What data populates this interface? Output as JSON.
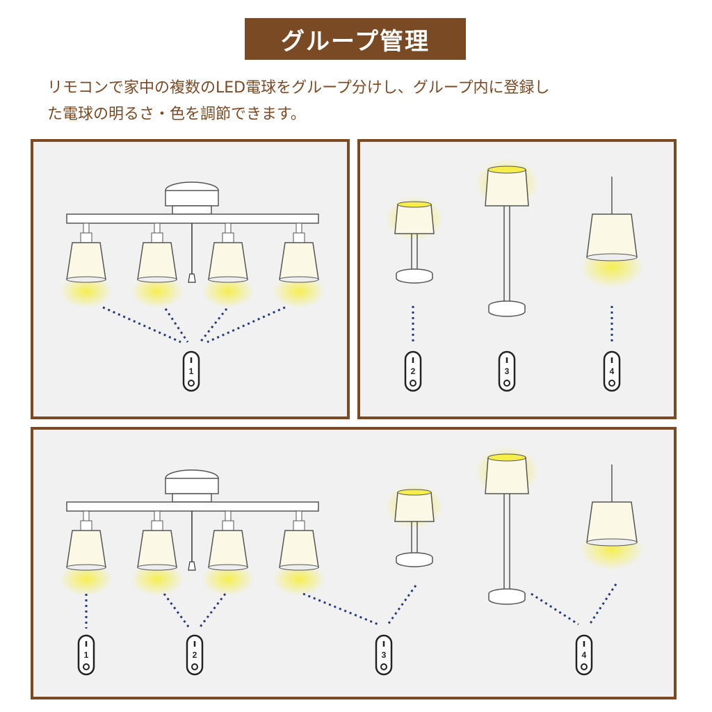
{
  "header": {
    "title": "グループ管理"
  },
  "description": {
    "line1": "リモコンで家中の複数のLED電球をグループ分けし、グループ内に登録し",
    "line2": "た電球の明るさ・色を調節できます。"
  },
  "colors": {
    "brand": "#7a4a24",
    "panel_bg": "#f1f1f1",
    "glow": "#f6ee4a",
    "dots": "#283a78",
    "shade": "#fbf8e6"
  },
  "panel1": {
    "remote_number": "1"
  },
  "panel2": {
    "remote_numbers": [
      "2",
      "3",
      "4"
    ]
  },
  "panel3": {
    "remote_numbers": [
      "1",
      "2",
      "3",
      "4"
    ]
  }
}
